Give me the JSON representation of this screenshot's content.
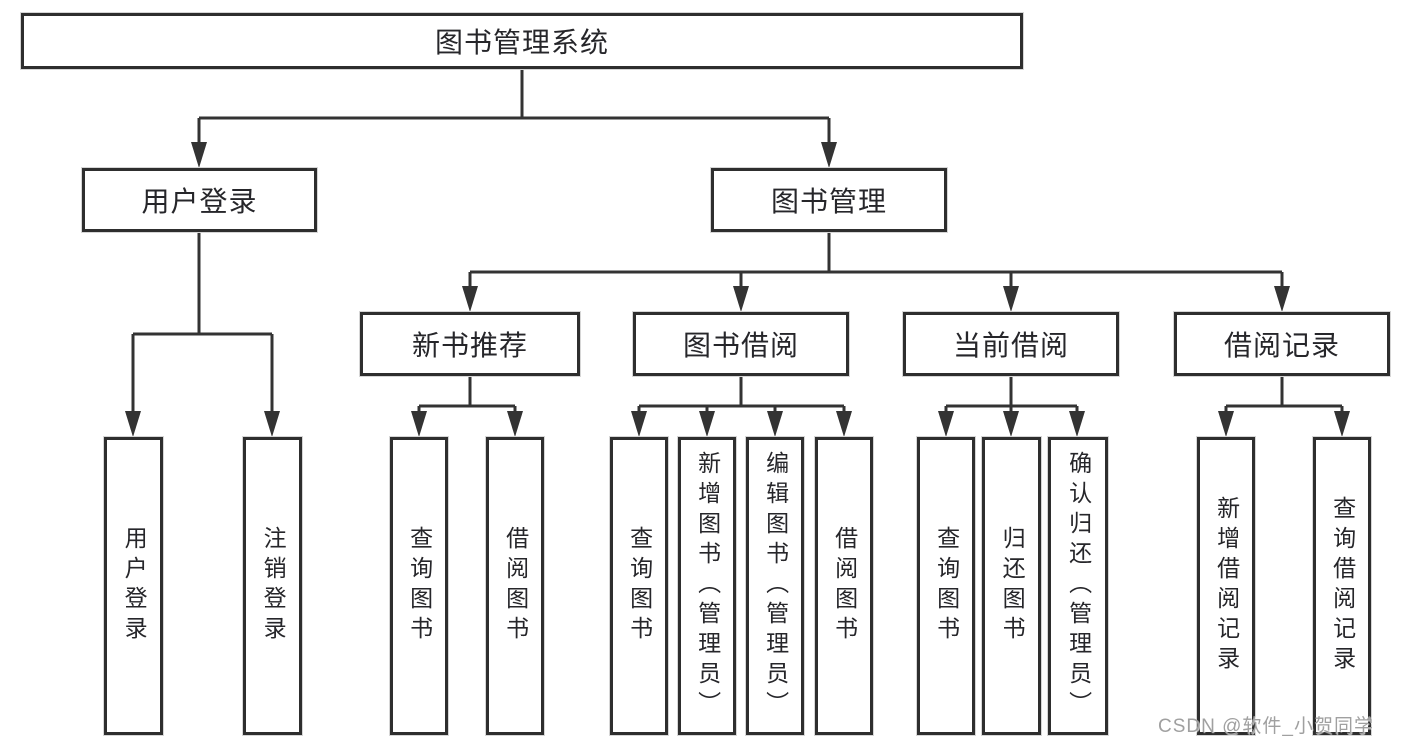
{
  "diagram": {
    "root": {
      "label": "图书管理系统"
    },
    "level2": [
      {
        "label": "用户登录"
      },
      {
        "label": "图书管理"
      }
    ],
    "level3": [
      {
        "label": "新书推荐"
      },
      {
        "label": "图书借阅"
      },
      {
        "label": "当前借阅"
      },
      {
        "label": "借阅记录"
      }
    ],
    "groups": [
      {
        "parent": "用户登录",
        "items": [
          "用户登录",
          "注销登录"
        ]
      },
      {
        "parent": "新书推荐",
        "items": [
          "查询图书",
          "借阅图书"
        ]
      },
      {
        "parent": "图书借阅",
        "items": [
          "查询图书",
          "新增图书（管理员）",
          "编辑图书（管理员）",
          "借阅图书"
        ]
      },
      {
        "parent": "当前借阅",
        "items": [
          "查询图书",
          "归还图书",
          "确认归还（管理员）"
        ]
      },
      {
        "parent": "借阅记录",
        "items": [
          "新增借阅记录",
          "查询借阅记录"
        ]
      }
    ]
  },
  "watermark": "CSDN @软件_小贺同学",
  "colors": {
    "line": "#333333",
    "box_border": "#2e2e2e",
    "text": "#26262a",
    "watermark": "#a0a0a0",
    "background": "#ffffff"
  }
}
